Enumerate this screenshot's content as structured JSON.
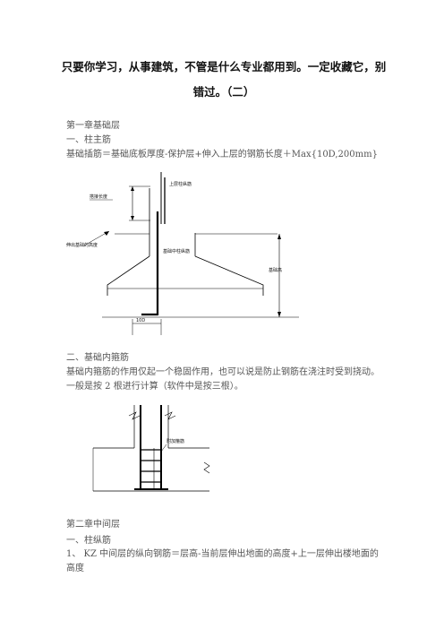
{
  "title": {
    "line1": "只要你学习，从事建筑，不管是什么专业都用到。一定收藏它，别",
    "line2": "错过。（二）"
  },
  "chapter1": {
    "heading": "第一章基础层",
    "sec1_heading": "一、柱主筋",
    "sec1_formula": "基础插筋＝基础底板厚度-保护层+伸入上层的钢筋长度＋Max{10D,200mm}",
    "fig1": {
      "label_upper_bar": "上层柱纵筋",
      "label_lap": "搭接长度",
      "label_extend": "伸出基础的高度",
      "label_column_bar": "基础中柱纵筋",
      "label_height": "基础高",
      "label_10d": "10D"
    },
    "sec2_heading": "二、基础内箍筋",
    "sec2_text_line1": "基础内箍筋的作用仅起一个稳固作用，也可以说是防止钢筋在浇注时受到挠动。",
    "sec2_text_line2": "一般是按 2 根进行计算（软件中是按三根）。",
    "fig2": {
      "label_stirrup": "附加箍筋"
    }
  },
  "chapter2": {
    "heading": "第二章中间层",
    "sec1_heading": "一、柱纵筋",
    "item1_line1": "1、  KZ 中间层的纵向钢筋＝层高-当前层伸出地面的高度+上一层伸出楼地面的",
    "item1_line2": "高度"
  }
}
